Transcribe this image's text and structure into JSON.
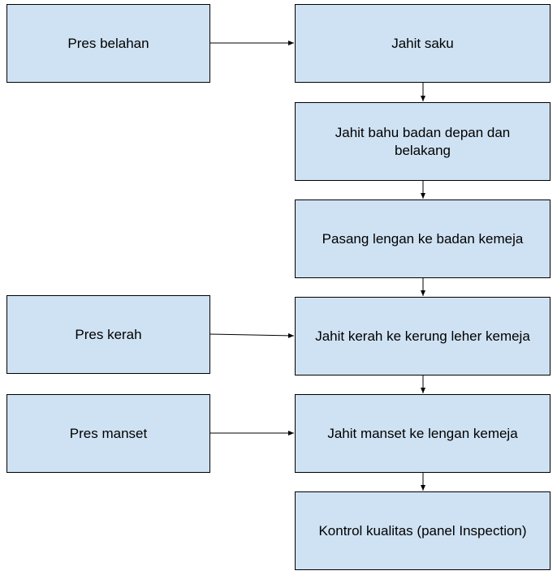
{
  "diagram": {
    "nodes": {
      "pres_belahan": "Pres belahan",
      "jahit_saku": "Jahit saku",
      "jahit_bahu": "Jahit bahu badan depan  dan belakang",
      "pasang_lengan": "Pasang lengan ke badan kemeja",
      "pres_kerah": "Pres kerah",
      "jahit_kerah": "Jahit kerah ke kerung leher kemeja",
      "pres_manset": "Pres manset",
      "jahit_manset": "Jahit manset ke lengan kemeja",
      "kontrol_kualitas": "Kontrol kualitas (panel Inspection)"
    },
    "edges": [
      {
        "from": "pres_belahan",
        "to": "jahit_saku"
      },
      {
        "from": "jahit_saku",
        "to": "jahit_bahu"
      },
      {
        "from": "jahit_bahu",
        "to": "pasang_lengan"
      },
      {
        "from": "pasang_lengan",
        "to": "jahit_kerah"
      },
      {
        "from": "pres_kerah",
        "to": "jahit_kerah"
      },
      {
        "from": "jahit_kerah",
        "to": "jahit_manset"
      },
      {
        "from": "pres_manset",
        "to": "jahit_manset"
      },
      {
        "from": "jahit_manset",
        "to": "kontrol_kualitas"
      }
    ],
    "colors": {
      "box_fill": "#cfe2f3",
      "box_border": "#000000",
      "connector": "#000000"
    }
  }
}
